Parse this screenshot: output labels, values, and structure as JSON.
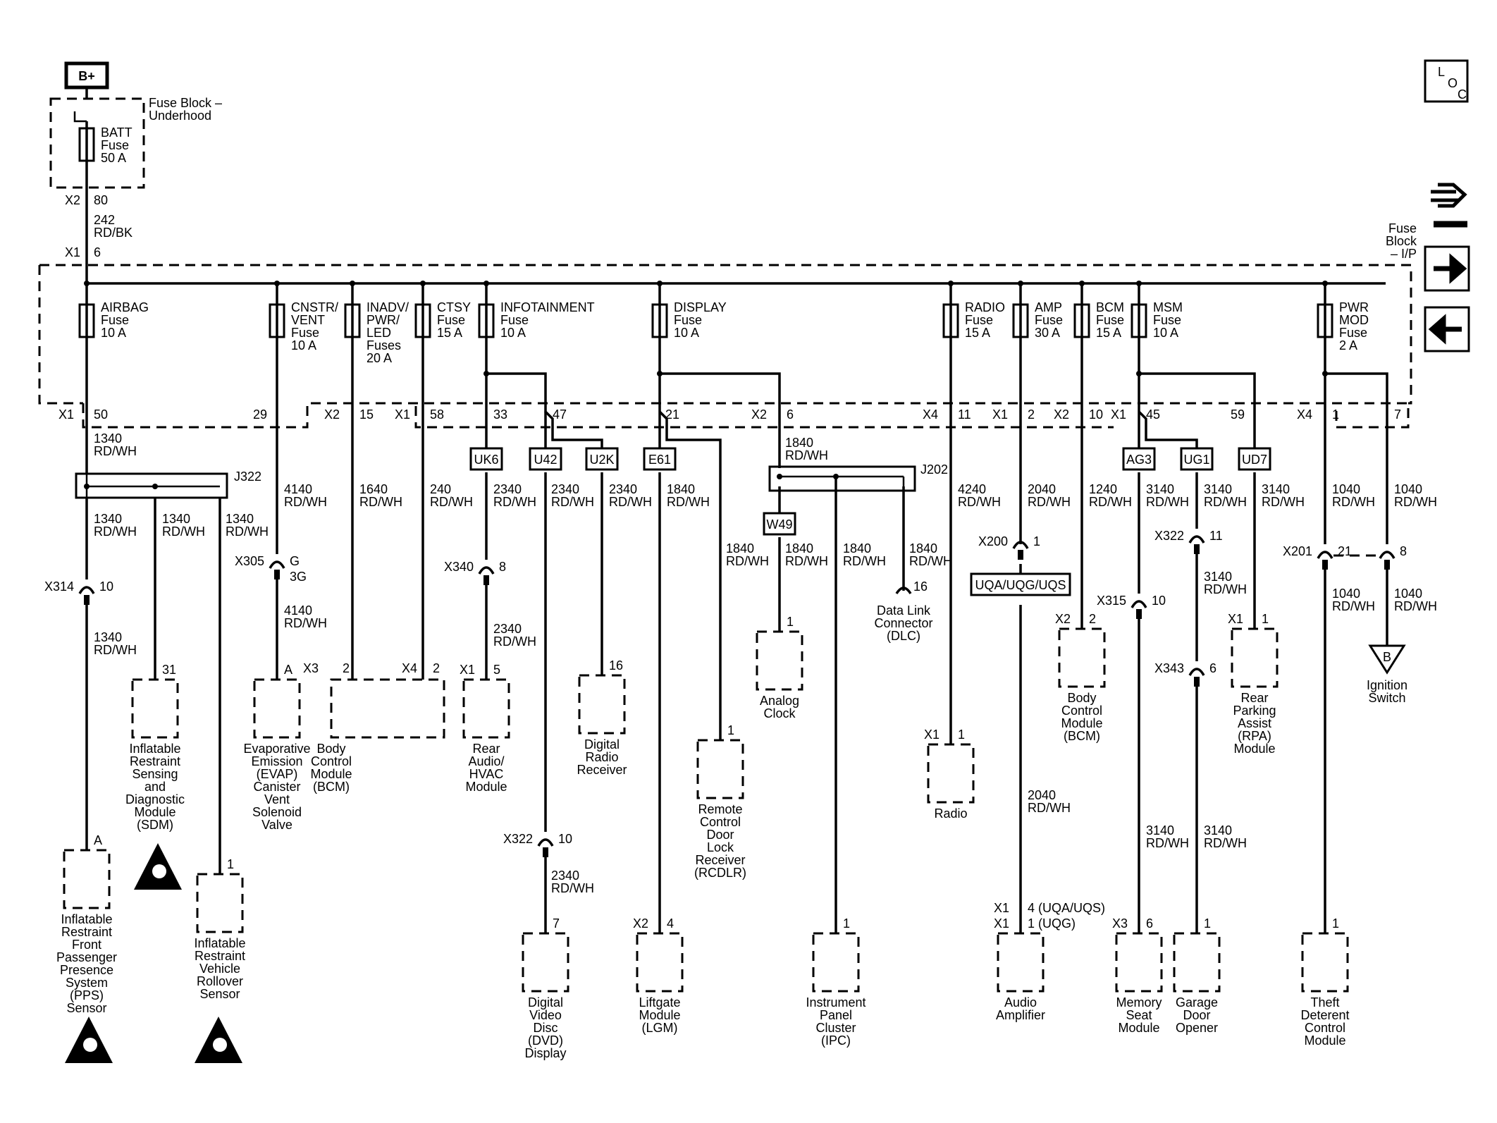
{
  "power_source": "B+",
  "fuse_block_underhood": [
    "Fuse Block –",
    "Underhood"
  ],
  "batt_fuse": [
    "BATT",
    "Fuse",
    "50 A"
  ],
  "batt_pins": {
    "x2": "X2",
    "p80": "80",
    "x1": "X1",
    "p6": "6"
  },
  "batt_wire": [
    "242",
    "RD/BK"
  ],
  "fuse_block_ip": [
    "Fuse",
    "Block",
    "– I/P"
  ],
  "fuses": [
    {
      "id": "airbag",
      "lines": [
        "AIRBAG",
        "Fuse",
        "10 A"
      ]
    },
    {
      "id": "cnstr",
      "lines": [
        "CNSTR/",
        "VENT",
        "Fuse",
        "10 A"
      ]
    },
    {
      "id": "inadv",
      "lines": [
        "INADV/",
        "PWR/",
        "LED",
        "Fuses",
        "20 A"
      ]
    },
    {
      "id": "ctsy",
      "lines": [
        "CTSY",
        "Fuse",
        "15 A"
      ]
    },
    {
      "id": "infotainment",
      "lines": [
        "INFOTAINMENT",
        "Fuse",
        "10 A"
      ]
    },
    {
      "id": "display",
      "lines": [
        "DISPLAY",
        "Fuse",
        "10 A"
      ]
    },
    {
      "id": "radio",
      "lines": [
        "RADIO",
        "Fuse",
        "15 A"
      ]
    },
    {
      "id": "amp",
      "lines": [
        "AMP",
        "Fuse",
        "30 A"
      ]
    },
    {
      "id": "bcm",
      "lines": [
        "BCM",
        "Fuse",
        "15 A"
      ]
    },
    {
      "id": "msm",
      "lines": [
        "MSM",
        "Fuse",
        "10 A"
      ]
    },
    {
      "id": "pwrmod",
      "lines": [
        "PWR",
        "MOD",
        "Fuse",
        "2 A"
      ]
    }
  ],
  "ip_pins": [
    {
      "id": "x1-50",
      "conn": "X1",
      "pin": "50"
    },
    {
      "id": "29",
      "conn": "",
      "pin": "29"
    },
    {
      "id": "x2-15",
      "conn": "X2",
      "pin": "15"
    },
    {
      "id": "x1-58",
      "conn": "X1",
      "pin": "58"
    },
    {
      "id": "33",
      "conn": "",
      "pin": "33"
    },
    {
      "id": "47",
      "conn": "",
      "pin": "47"
    },
    {
      "id": "21",
      "conn": "",
      "pin": "21"
    },
    {
      "id": "x2-6",
      "conn": "X2",
      "pin": "6"
    },
    {
      "id": "x4-11",
      "conn": "X4",
      "pin": "11"
    },
    {
      "id": "x1-2",
      "conn": "X1",
      "pin": "2"
    },
    {
      "id": "x2-10",
      "conn": "X2",
      "pin": "10"
    },
    {
      "id": "x1-45",
      "conn": "X1",
      "pin": "45"
    },
    {
      "id": "59",
      "conn": "",
      "pin": "59"
    },
    {
      "id": "x4-1",
      "conn": "X4",
      "pin": "1"
    },
    {
      "id": "7",
      "conn": "",
      "pin": "7"
    }
  ],
  "options": [
    "UK6",
    "U42",
    "U2K",
    "E61",
    "AG3",
    "UG1",
    "UD7",
    "W49",
    "UQA/UQG/UQS"
  ],
  "splices": {
    "j322": "J322",
    "j202": "J202"
  },
  "wire_labels": [
    {
      "id": "w-1340-a",
      "lines": [
        "1340",
        "RD/WH"
      ]
    },
    {
      "id": "w-1340-b",
      "lines": [
        "1340",
        "RD/WH"
      ]
    },
    {
      "id": "w-1340-c",
      "lines": [
        "1340",
        "RD/WH"
      ]
    },
    {
      "id": "w-1340-d",
      "lines": [
        "1340",
        "RD/WH"
      ]
    },
    {
      "id": "w-1340-e",
      "lines": [
        "1340",
        "RD/WH"
      ]
    },
    {
      "id": "w-4140-a",
      "lines": [
        "4140",
        "RD/WH"
      ]
    },
    {
      "id": "w-4140-b",
      "lines": [
        "4140",
        "RD/WH"
      ]
    },
    {
      "id": "w-1640",
      "lines": [
        "1640",
        "RD/WH"
      ]
    },
    {
      "id": "w-240",
      "lines": [
        "240",
        "RD/WH"
      ]
    },
    {
      "id": "w-2340-a",
      "lines": [
        "2340",
        "RD/WH"
      ]
    },
    {
      "id": "w-2340-b",
      "lines": [
        "2340",
        "RD/WH"
      ]
    },
    {
      "id": "w-2340-c",
      "lines": [
        "2340",
        "RD/WH"
      ]
    },
    {
      "id": "w-2340-d",
      "lines": [
        "2340",
        "RD/WH"
      ]
    },
    {
      "id": "w-2340-e",
      "lines": [
        "2340",
        "RD/WH"
      ]
    },
    {
      "id": "w-1840-a",
      "lines": [
        "1840",
        "RD/WH"
      ]
    },
    {
      "id": "w-1840-b",
      "lines": [
        "1840",
        "RD/WH"
      ]
    },
    {
      "id": "w-1840-c",
      "lines": [
        "1840",
        "RD/WH"
      ]
    },
    {
      "id": "w-1840-d",
      "lines": [
        "1840",
        "RD/WH"
      ]
    },
    {
      "id": "w-1840-e",
      "lines": [
        "1840",
        "RD/WH"
      ]
    },
    {
      "id": "w-1840-f",
      "lines": [
        "1840",
        "RD/WH"
      ]
    },
    {
      "id": "w-4240",
      "lines": [
        "4240",
        "RD/WH"
      ]
    },
    {
      "id": "w-2040-a",
      "lines": [
        "2040",
        "RD/WH"
      ]
    },
    {
      "id": "w-2040-b",
      "lines": [
        "2040",
        "RD/WH"
      ]
    },
    {
      "id": "w-1240",
      "lines": [
        "1240",
        "RD/WH"
      ]
    },
    {
      "id": "w-3140-a",
      "lines": [
        "3140",
        "RD/WH"
      ]
    },
    {
      "id": "w-3140-b",
      "lines": [
        "3140",
        "RD/WH"
      ]
    },
    {
      "id": "w-3140-c",
      "lines": [
        "3140",
        "RD/WH"
      ]
    },
    {
      "id": "w-3140-d",
      "lines": [
        "3140",
        "RD/WH"
      ]
    },
    {
      "id": "w-3140-e",
      "lines": [
        "3140",
        "RD/WH"
      ]
    },
    {
      "id": "w-3140-f",
      "lines": [
        "3140",
        "RD/WH"
      ]
    },
    {
      "id": "w-1040-a",
      "lines": [
        "1040",
        "RD/WH"
      ]
    },
    {
      "id": "w-1040-b",
      "lines": [
        "1040",
        "RD/WH"
      ]
    },
    {
      "id": "w-1040-c",
      "lines": [
        "1040",
        "RD/WH"
      ]
    },
    {
      "id": "w-1040-d",
      "lines": [
        "1040",
        "RD/WH"
      ]
    }
  ],
  "inline_connectors": [
    {
      "id": "x314",
      "name": "X314",
      "pin": "10"
    },
    {
      "id": "x305",
      "name": "X305",
      "pin": "G",
      "pin2": "3G"
    },
    {
      "id": "x340",
      "name": "X340",
      "pin": "8"
    },
    {
      "id": "x322a",
      "name": "X322",
      "pin": "10"
    },
    {
      "id": "x200",
      "name": "X200",
      "pin": "1"
    },
    {
      "id": "x315",
      "name": "X315",
      "pin": "10"
    },
    {
      "id": "x322b",
      "name": "X322",
      "pin": "11"
    },
    {
      "id": "x343",
      "name": "X343",
      "pin": "6"
    },
    {
      "id": "x201",
      "name": "X201",
      "pin": "21",
      "pin2": "8"
    }
  ],
  "dlc": {
    "pin": "16",
    "lines": [
      "Data Link",
      "Connector",
      "(DLC)"
    ]
  },
  "ignition": {
    "symbol": "B",
    "lines": [
      "Ignition",
      "Switch"
    ]
  },
  "components": [
    {
      "id": "pps",
      "pin": "A",
      "lines": [
        "Inflatable",
        "Restraint",
        "Front",
        "Passenger",
        "Presence",
        "System",
        "(PPS)",
        "Sensor"
      ]
    },
    {
      "id": "sdm",
      "pin": "31",
      "lines": [
        "Inflatable",
        "Restraint",
        "Sensing",
        "and",
        "Diagnostic",
        "Module",
        "(SDM)"
      ]
    },
    {
      "id": "rollover",
      "pin": "1",
      "lines": [
        "Inflatable",
        "Restraint",
        "Vehicle",
        "Rollover",
        "Sensor"
      ]
    },
    {
      "id": "evap",
      "pin": "A",
      "lines": [
        "Evaporative",
        "Emission",
        "(EVAP)",
        "Canister",
        "Vent",
        "Solenoid",
        "Valve"
      ]
    },
    {
      "id": "bcm-left",
      "conn": "X3",
      "pin": "2",
      "conn2": "X4",
      "pin2": "2",
      "lines": [
        "Body",
        "Control",
        "Module",
        "(BCM)"
      ]
    },
    {
      "id": "rear-audio",
      "conn": "X1",
      "pin": "5",
      "lines": [
        "Rear",
        "Audio/",
        "HVAC",
        "Module"
      ]
    },
    {
      "id": "dvd",
      "pin": "7",
      "lines": [
        "Digital",
        "Video",
        "Disc",
        "(DVD)",
        "Display"
      ]
    },
    {
      "id": "digital-radio",
      "pin": "16",
      "lines": [
        "Digital",
        "Radio",
        "Receiver"
      ]
    },
    {
      "id": "lgm",
      "conn": "X2",
      "pin": "4",
      "lines": [
        "Liftgate",
        "Module",
        "(LGM)"
      ]
    },
    {
      "id": "rcdlr",
      "pin": "1",
      "lines": [
        "Remote",
        "Control",
        "Door",
        "Lock",
        "Receiver",
        "(RCDLR)"
      ]
    },
    {
      "id": "clock",
      "pin": "1",
      "lines": [
        "Analog",
        "Clock"
      ]
    },
    {
      "id": "ipc",
      "pin": "1",
      "lines": [
        "Instrument",
        "Panel",
        "Cluster",
        "(IPC)"
      ]
    },
    {
      "id": "radio-comp",
      "conn": "X1",
      "pin": "1",
      "lines": [
        "Radio"
      ]
    },
    {
      "id": "amplifier",
      "conn": "X1",
      "pin": "4 (UQA/UQS)",
      "conn2": "X1",
      "pin2": "1 (UQG)",
      "lines": [
        "Audio",
        "Amplifier"
      ]
    },
    {
      "id": "bcm-right",
      "conn": "X2",
      "pin": "2",
      "lines": [
        "Body",
        "Control",
        "Module",
        "(BCM)"
      ]
    },
    {
      "id": "memory-seat",
      "conn": "X3",
      "pin": "6",
      "lines": [
        "Memory",
        "Seat",
        "Module"
      ]
    },
    {
      "id": "garage",
      "pin": "1",
      "lines": [
        "Garage",
        "Door",
        "Opener"
      ]
    },
    {
      "id": "rpa",
      "conn": "X1",
      "pin": "1",
      "lines": [
        "Rear",
        "Parking",
        "Assist",
        "(RPA)",
        "Module"
      ]
    },
    {
      "id": "theft",
      "pin": "1",
      "lines": [
        "Theft",
        "Deterent",
        "Control",
        "Module"
      ]
    }
  ],
  "nav": {
    "loc_l": "L",
    "loc_o": "O",
    "loc_c": "C",
    "next_icon": "arrow-right-icon",
    "prev_icon": "arrow-left-icon",
    "splice_icon": "connector-icon"
  }
}
